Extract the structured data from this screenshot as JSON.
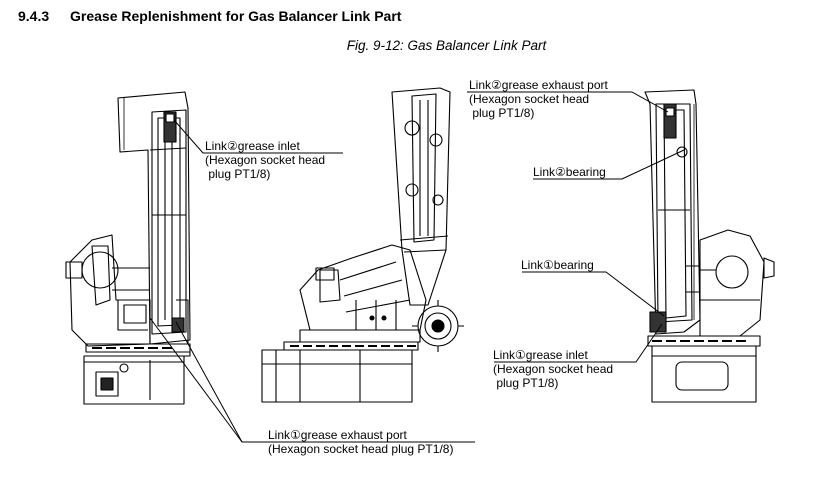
{
  "section": {
    "number": "9.4.3",
    "title": "Grease Replenishment for Gas Balancer Link Part"
  },
  "figure_caption": "Fig. 9-12: Gas Balancer Link Part",
  "labels": {
    "link2_grease_inlet": [
      "Link②grease inlet",
      "(Hexagon socket head",
      " plug PT1/8)"
    ],
    "link2_exhaust_port": [
      "Link②grease exhaust port",
      "(Hexagon socket head",
      " plug PT1/8)"
    ],
    "link2_bearing": [
      "Link②bearing"
    ],
    "link1_bearing": [
      "Link①bearing"
    ],
    "link1_grease_inlet": [
      "Link①grease inlet",
      "(Hexagon socket head",
      " plug PT1/8)"
    ],
    "link1_exhaust_port": [
      "Link①grease exhaust port",
      "(Hexagon socket head plug PT1/8)"
    ]
  }
}
